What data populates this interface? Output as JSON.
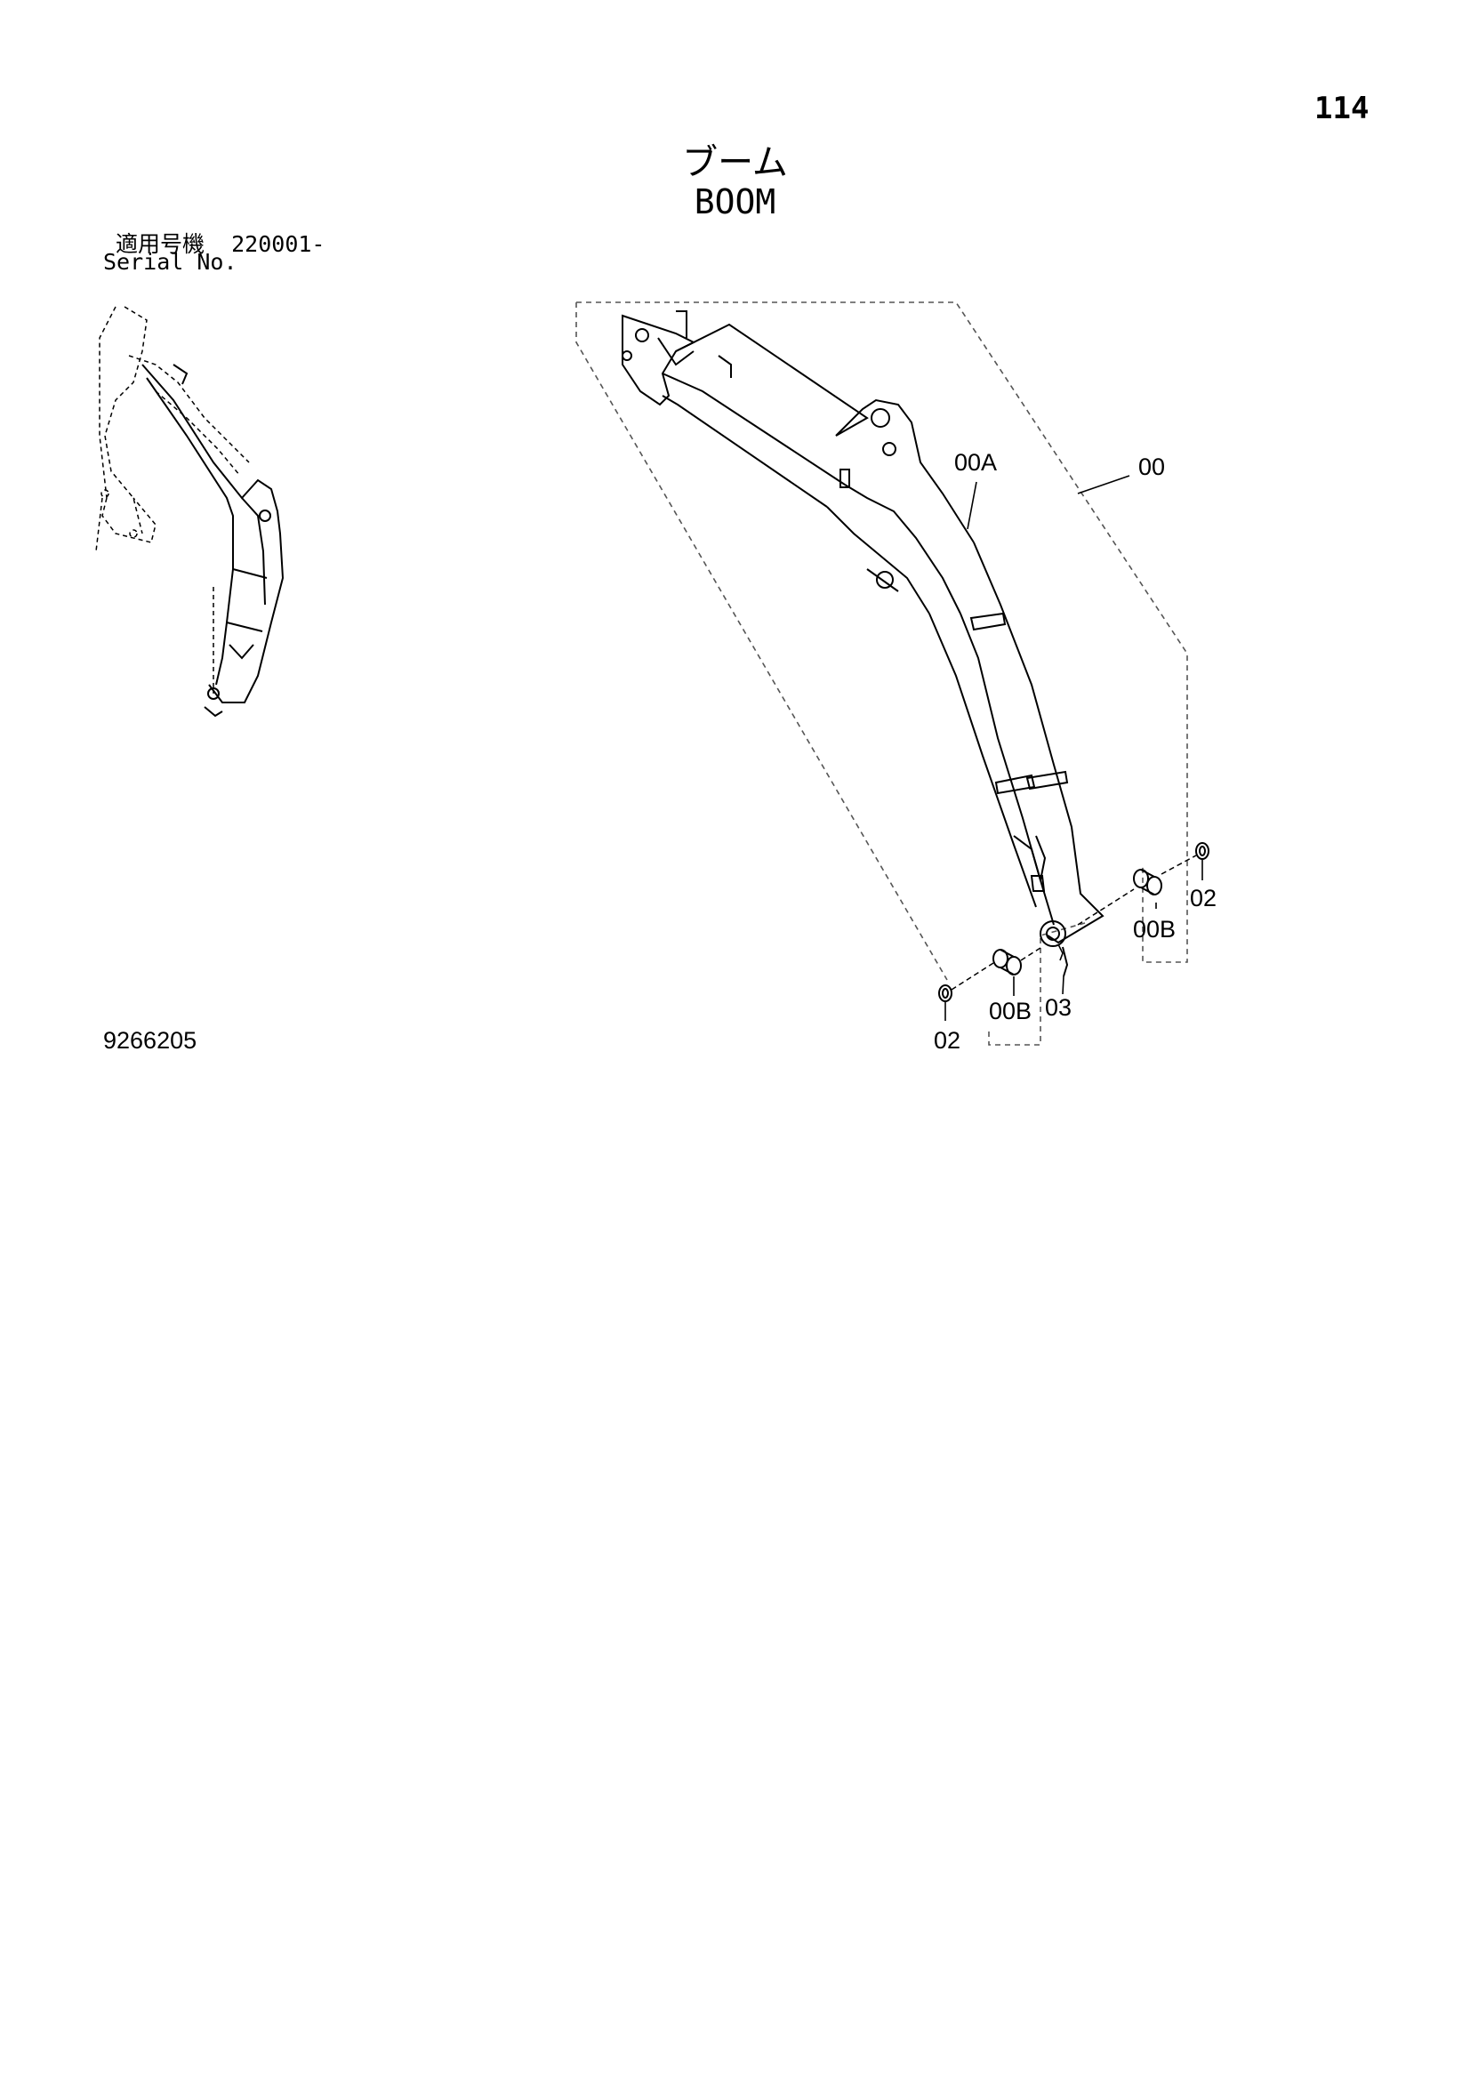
{
  "header": {
    "page_number": "114",
    "title_jp": "ブーム",
    "title_en": "BOOM"
  },
  "serial": {
    "label_jp": "適用号機",
    "value": "220001-",
    "label_en": "Serial No."
  },
  "figure_number": "9266205",
  "callouts": {
    "c00": "00",
    "c00a": "00A",
    "c00b_right": "00B",
    "c00b_left": "00B",
    "c02_right": "02",
    "c02_left": "02",
    "c03": "03"
  }
}
